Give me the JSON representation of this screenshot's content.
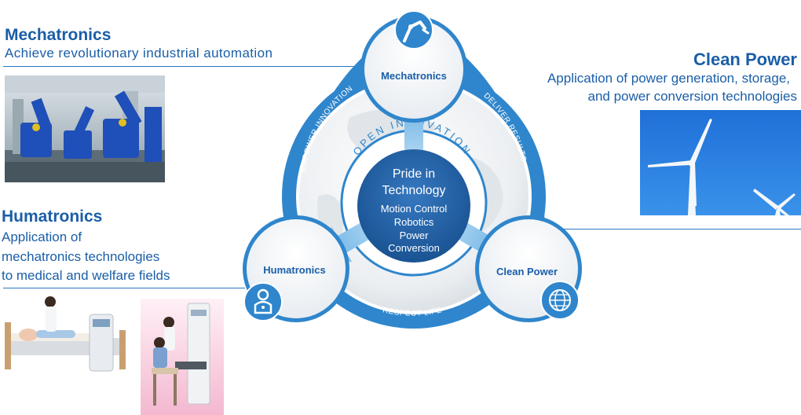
{
  "left_top": {
    "title": "Mechatronics",
    "subtitle": "Achieve revolutionary industrial automation"
  },
  "right_top": {
    "title": "Clean Power",
    "subtitle_line1": "Application of power generation, storage,",
    "subtitle_line2": "and power conversion technologies"
  },
  "left_mid": {
    "title": "Humatronics",
    "line1": "Application of",
    "line2": "mechatronics technologies",
    "line3": "to medical and welfare fields"
  },
  "diagram": {
    "node_top": "Mechatronics",
    "node_left": "Humatronics",
    "node_right": "Clean Power",
    "arc_left": "EMPOWER INNOVATION",
    "arc_right": "DELIVER RESULTS",
    "arc_bottom": "RESPECT LIFE",
    "ring_text": "OPEN INNOVATION",
    "core_line1": "Pride in",
    "core_line2": "Technology",
    "core_item1": "Motion Control",
    "core_item2": "Robotics",
    "core_item3": "Power",
    "core_item4": "Conversion"
  },
  "icons": {
    "top": "robot-arm-icon",
    "left": "person-badge-icon",
    "right": "globe-icon"
  },
  "colors": {
    "brand_blue": "#1a5ea8",
    "ring_blue": "#2f86cc",
    "core_blue": "#1f5aa0",
    "sky": "#1e7be0"
  }
}
